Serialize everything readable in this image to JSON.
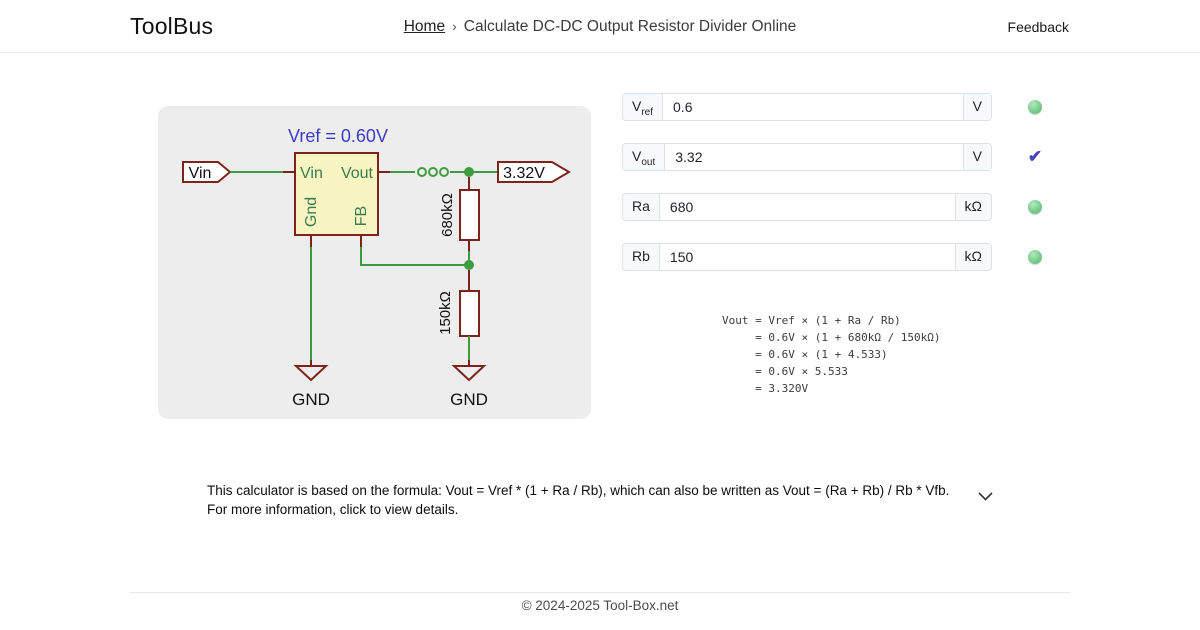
{
  "header": {
    "logo": "ToolBus",
    "breadcrumb": {
      "home": "Home",
      "separator": "›",
      "title": "Calculate DC-DC Output Resistor Divider Online"
    },
    "feedback_label": "Feedback"
  },
  "colors": {
    "wire_green": "#3f9b3f",
    "outline_maroon": "#7c241c",
    "ic_fill": "#f8f5c2",
    "vref_blue": "#3b3bc8",
    "pin_green": "#3c7a50",
    "status_green": "#74c78a",
    "check_purple": "#4a43c1"
  },
  "icons": {
    "status_ok": "green-ball",
    "status_valid": "✔",
    "expand": "chevron-down",
    "breadcrumb_separator": "›"
  },
  "diagram": {
    "vref_annotation": "Vref = 0.60V",
    "vin_flag": "Vin",
    "vout_flag": "3.32V",
    "ic_pins": {
      "vin": "Vin",
      "vout": "Vout",
      "gnd": "Gnd",
      "fb": "FB"
    },
    "ra_value_label": "680kΩ",
    "rb_value_label": "150kΩ",
    "gnd_left": "GND",
    "gnd_right": "GND"
  },
  "inputs": [
    {
      "name": "Vref",
      "label": "V",
      "sub": "ref",
      "value": "0.6",
      "unit": "V",
      "status": "ok"
    },
    {
      "name": "Vout",
      "label": "V",
      "sub": "out",
      "value": "3.32",
      "unit": "V",
      "status": "check"
    },
    {
      "name": "Ra",
      "label": "Ra",
      "sub": "",
      "value": "680",
      "unit": "kΩ",
      "status": "ok"
    },
    {
      "name": "Rb",
      "label": "Rb",
      "sub": "",
      "value": "150",
      "unit": "kΩ",
      "status": "ok"
    }
  ],
  "formula": {
    "lines": [
      "Vout = Vref × (1 + Ra / Rb)",
      "     = 0.6V × (1 + 680kΩ / 150kΩ)",
      "     = 0.6V × (1 + 4.533)",
      "     = 0.6V × 5.533",
      "     = 3.320V"
    ]
  },
  "description": {
    "text": "This calculator is based on the formula: Vout = Vref * (1 + Ra / Rb), which can also be written as Vout = (Ra + Rb) / Rb * Vfb. For more information, click to view details."
  },
  "footer": {
    "copyright": "© 2024-2025 Tool-Box.net"
  }
}
